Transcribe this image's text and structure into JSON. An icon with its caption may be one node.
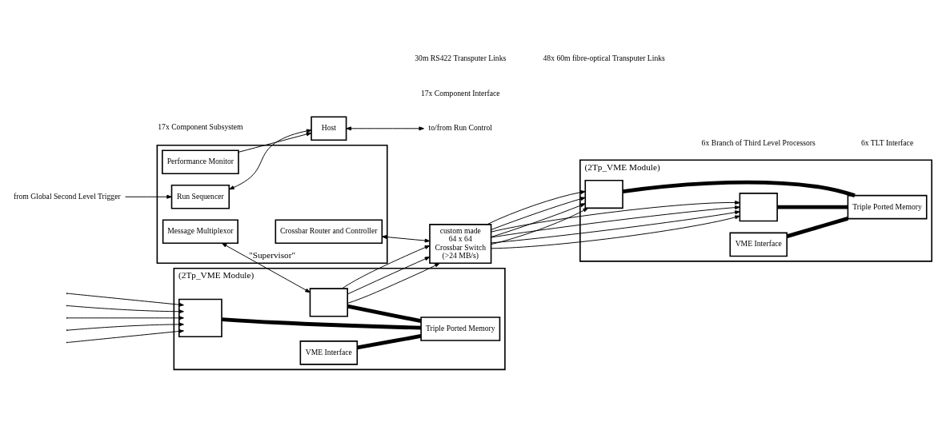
{
  "diagram": {
    "nodes": [
      {
        "text": [
          "from Global Second Level Trigger"
        ]
      },
      {
        "text": [
          "\"Supervisor\""
        ]
      },
      {
        "text": [
          "Performance Monitor"
        ],
        "in": 1
      },
      {
        "text": [
          "Message Multiplexor"
        ],
        "in": 1
      },
      {
        "text": [
          "Run Sequencer"
        ],
        "in": 1
      },
      {
        "text": [
          "Crossbar Router and Controller"
        ],
        "in": 1
      },
      {
        "text": [
          "Host"
        ]
      },
      {
        "text": [
          "to/from Run Control"
        ]
      },
      {
        "text": [
          "(2Tp_VME Module)"
        ]
      },
      {
        "text": [],
        "shape": "box",
        "in": 8
      },
      {
        "text": [],
        "shape": "box",
        "in": 8
      },
      {
        "text": [
          "VME Interface"
        ],
        "in": 8
      },
      {
        "text": [
          "Triple Ported Memory"
        ],
        "in": 8
      },
      {
        "text": [
          "custom made",
          "64 x 64",
          "Crossbar Switch",
          "(>24 MB/s)"
        ]
      },
      {
        "text": [
          "(2Tp_VME Module)"
        ]
      },
      {
        "text": [],
        "shape": "box",
        "in": 14
      },
      {
        "text": [],
        "shape": "box",
        "in": 14
      },
      {
        "text": [
          "Triple Ported Memory"
        ],
        "in": 14
      },
      {
        "text": [
          "VME Interface"
        ],
        "in": 14
      }
    ],
    "edges": [
      {
        "from": 0,
        "to": 4,
        "arrow": "to"
      },
      {
        "from": 2,
        "to": 6,
        "arrow": "to"
      },
      {
        "from": 4,
        "to": 6,
        "arrow": "both"
      },
      {
        "from": 6,
        "to": 7,
        "arrow": "both"
      },
      {
        "from": 3,
        "to": 10,
        "arrow": "both"
      },
      {
        "from": 5,
        "to": 13,
        "arrow": "both"
      },
      {
        "from": null,
        "to": 9,
        "arrow": "to"
      },
      {
        "from": null,
        "to": 9,
        "arrow": "to"
      },
      {
        "from": null,
        "to": 9,
        "arrow": "to"
      },
      {
        "from": null,
        "to": 9,
        "arrow": "to"
      },
      {
        "from": null,
        "to": 9,
        "arrow": "to"
      },
      {
        "from": 9,
        "to": 12,
        "arrow": "none",
        "style": "thick"
      },
      {
        "from": 10,
        "to": 12,
        "arrow": "none",
        "style": "thick"
      },
      {
        "from": 11,
        "to": 12,
        "arrow": "none",
        "style": "thick"
      },
      {
        "from": 10,
        "to": 13,
        "arrow": "to"
      },
      {
        "from": 10,
        "to": 13,
        "arrow": "to"
      },
      {
        "from": 10,
        "to": 13,
        "arrow": "to"
      },
      {
        "from": 13,
        "to": 15,
        "arrow": "to"
      },
      {
        "from": 13,
        "to": 15,
        "arrow": "to"
      },
      {
        "from": 13,
        "to": 15,
        "arrow": "to"
      },
      {
        "from": 13,
        "to": 15,
        "arrow": "to"
      },
      {
        "from": 13,
        "to": 16,
        "arrow": "to"
      },
      {
        "from": 13,
        "to": 16,
        "arrow": "to"
      },
      {
        "from": 13,
        "to": 16,
        "arrow": "to"
      },
      {
        "from": 13,
        "to": 16,
        "arrow": "to"
      },
      {
        "from": 15,
        "to": 17,
        "arrow": "none",
        "style": "thick"
      },
      {
        "from": 16,
        "to": 17,
        "arrow": "none",
        "style": "thick"
      },
      {
        "from": 18,
        "to": 17,
        "arrow": "none",
        "style": "thick"
      }
    ],
    "labels": [
      "17x Component Subsystem",
      "17x Component Interface",
      "30m RS422 Transputer Links",
      "48x 60m fibre-optical Transputer Links",
      "6x TLT Interface",
      "6x Branch of Third Level Processors"
    ]
  }
}
